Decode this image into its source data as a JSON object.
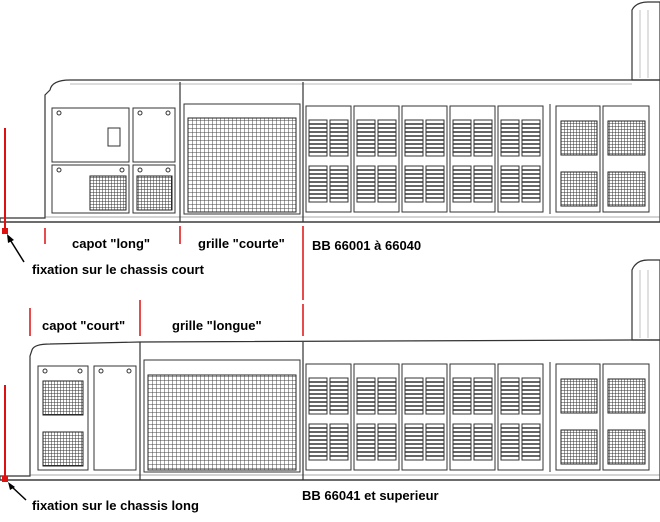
{
  "top_diagram": {
    "labels": {
      "capot": "capot \"long\"",
      "grille": "grille \"courte\"",
      "model": "BB 66001 à 66040",
      "fixation": "fixation sur le chassis court"
    }
  },
  "bottom_diagram": {
    "labels": {
      "capot": "capot \"court\"",
      "grille": "grille \"longue\"",
      "model": "BB 66041 et superieur",
      "fixation": "fixation sur le chassis long"
    }
  },
  "colors": {
    "line": "#333333",
    "marker": "#dd1111",
    "grille_fill": "#555555"
  }
}
